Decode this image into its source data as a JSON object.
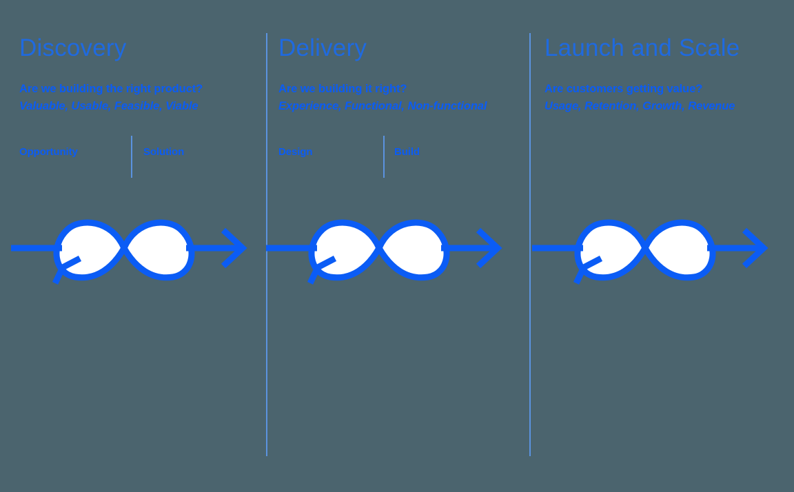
{
  "canvas": {
    "background_color": "#4b646e",
    "accent_blue": "#0b5cf5",
    "title_blue": "#1f6ae0",
    "divider_blue": "#5b93e0",
    "loop_fill": "#ffffff"
  },
  "columns": [
    {
      "title": "Discovery",
      "question": "Are we building the right product?",
      "attributes": "Valuable, Usable, Feasible, Viable",
      "phases": [
        "Opportunity",
        "Solution"
      ],
      "loop_icon": "infinity-loop-with-arrow-icon"
    },
    {
      "title": "Delivery",
      "question": "Are we building it right?",
      "attributes": "Experience, Functional, Non-functional",
      "phases": [
        "Design",
        "Build"
      ],
      "loop_icon": "infinity-loop-with-arrow-icon"
    },
    {
      "title": "Launch and Scale",
      "question": "Are customers getting value?",
      "attributes": "Usage, Retention, Growth, Revenue",
      "phases": [],
      "loop_icon": "infinity-loop-with-arrow-icon"
    }
  ]
}
